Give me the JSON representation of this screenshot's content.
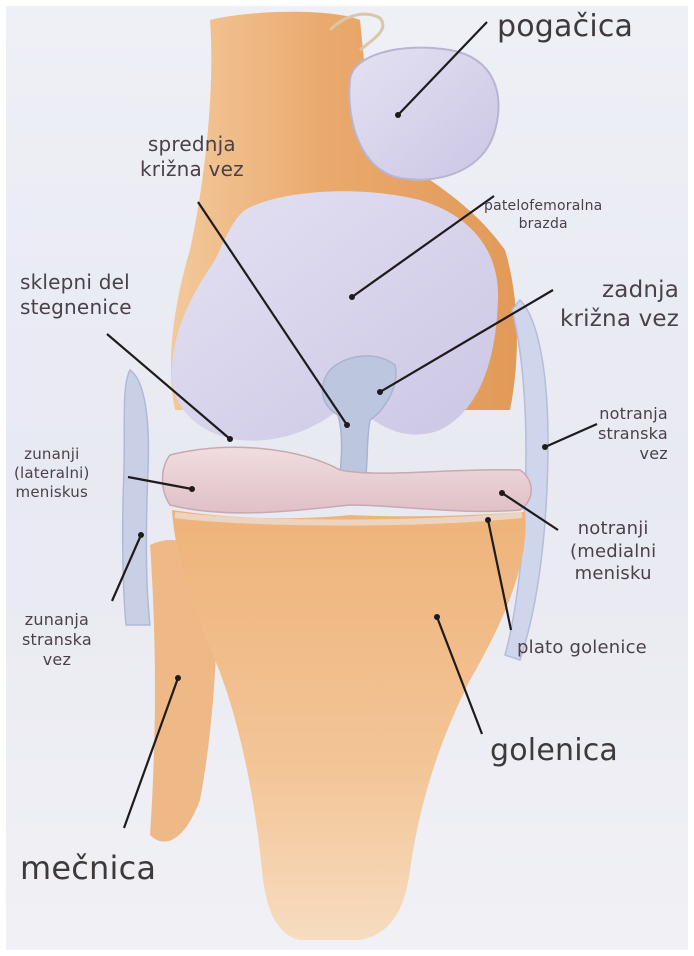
{
  "labels": {
    "pogacica": "pogačica",
    "sprednja": "sprednja\nkrižna vez",
    "patelofemoralna": "patelofemoralna\nbrazda",
    "sklepni": "sklepni del\nstegnenice",
    "zadnja": "zadnja\nkrižna vez",
    "notranja_stranska": "notranja\nstranska\nvez",
    "zunanji_meniskus": "zunanji\n(lateralni)\nmeniskus",
    "notranji_meniskus": "notranji\n(medialni\nmenisku",
    "zunanja_stranska": "zunanja\nstranska\nvez",
    "plato": "plato golenice",
    "golenica": "golenica",
    "mecnica": "mečnica"
  },
  "colors": {
    "bone": "#e9a66a",
    "cartilage": "#d7d4ec",
    "ligament": "#c3cbe2",
    "meniscus": "#ead2d6",
    "text": "#4a4248",
    "leader": "#1f1a1c"
  }
}
